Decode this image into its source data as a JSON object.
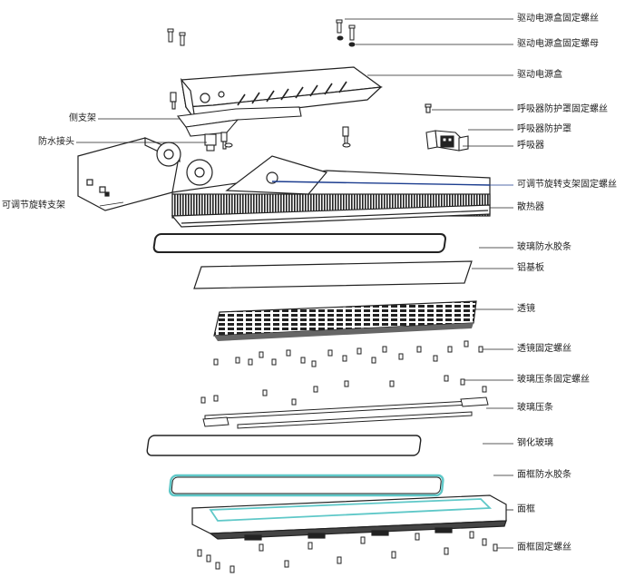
{
  "labels": {
    "drive_box_screw": "驱动电源盒固定螺丝",
    "drive_box_nut": "驱动电源盒固定螺母",
    "drive_box": "驱动电源盒",
    "side_bracket": "侧支架",
    "breather_cover_screw": "呼吸器防护罩固定螺丝",
    "breather_cover": "呼吸器防护罩",
    "waterproof_connector": "防水接头",
    "breather": "呼吸器",
    "adjustable_bracket_screw": "可调节旋转支架固定螺丝",
    "adjustable_bracket": "可调节旋转支架",
    "heatsink": "散热器",
    "glass_gasket": "玻璃防水胶条",
    "aluminum_board": "铝基板",
    "lens": "透镜",
    "lens_screw": "透镜固定螺丝",
    "glass_strip_screw": "玻璃压条固定螺丝",
    "glass_strip": "玻璃压条",
    "tempered_glass": "钢化玻璃",
    "frame_gasket": "面框防水胶条",
    "frame": "面框",
    "frame_screw": "面框固定螺丝"
  },
  "colors": {
    "line": "#222222",
    "gasket_highlight": "#5fc8c8",
    "callout_blue": "#1c3d8f"
  }
}
